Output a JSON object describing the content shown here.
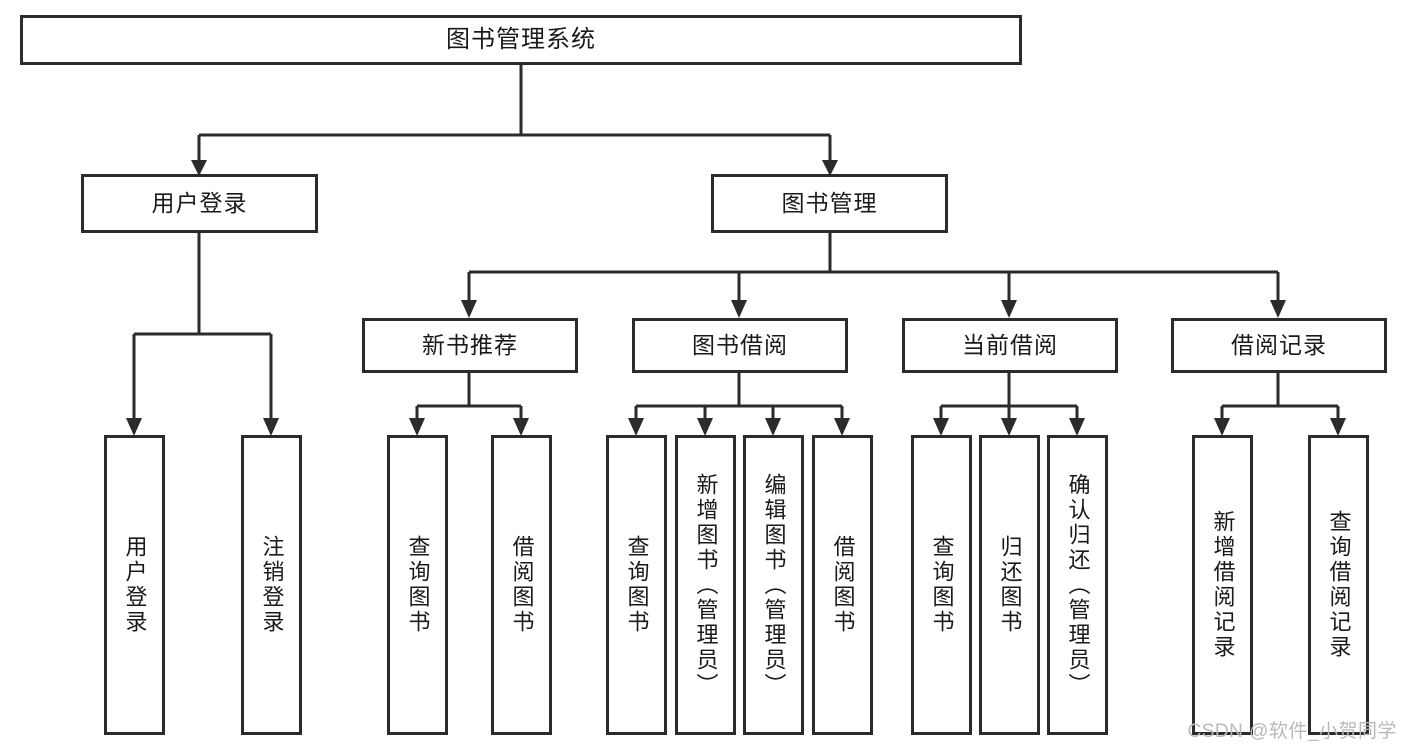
{
  "diagram": {
    "type": "tree-hierarchy-chart",
    "title": "图书管理系统",
    "root": {
      "id": "root",
      "label": "图书管理系统",
      "orientation": "horizontal"
    },
    "level2": [
      {
        "id": "user-login",
        "label": "用户登录",
        "orientation": "horizontal"
      },
      {
        "id": "book-management",
        "label": "图书管理",
        "orientation": "horizontal"
      }
    ],
    "level3": [
      {
        "id": "new-book-recommend",
        "label": "新书推荐",
        "orientation": "horizontal",
        "parent": "book-management"
      },
      {
        "id": "book-borrow",
        "label": "图书借阅",
        "orientation": "horizontal",
        "parent": "book-management"
      },
      {
        "id": "current-borrow",
        "label": "当前借阅",
        "orientation": "horizontal",
        "parent": "book-management"
      },
      {
        "id": "borrow-record",
        "label": "借阅记录",
        "orientation": "horizontal",
        "parent": "book-management"
      }
    ],
    "leaves": [
      {
        "id": "leaf-user-login",
        "label": "用户登录",
        "parent": "user-login"
      },
      {
        "id": "leaf-logout-login",
        "label": "注销登录",
        "parent": "user-login"
      },
      {
        "id": "leaf-query-book-1",
        "label": "查询图书",
        "parent": "new-book-recommend"
      },
      {
        "id": "leaf-borrow-book-1",
        "label": "借阅图书",
        "parent": "new-book-recommend"
      },
      {
        "id": "leaf-query-book-2",
        "label": "查询图书",
        "parent": "book-borrow"
      },
      {
        "id": "leaf-add-book",
        "label": "新增图书（管理员）",
        "parent": "book-borrow"
      },
      {
        "id": "leaf-edit-book",
        "label": "编辑图书（管理员）",
        "parent": "book-borrow"
      },
      {
        "id": "leaf-borrow-book-2",
        "label": "借阅图书",
        "parent": "book-borrow"
      },
      {
        "id": "leaf-query-book-3",
        "label": "查询图书",
        "parent": "current-borrow"
      },
      {
        "id": "leaf-return-book",
        "label": "归还图书",
        "parent": "current-borrow"
      },
      {
        "id": "leaf-confirm-return",
        "label": "确认归还（管理员）",
        "parent": "current-borrow"
      },
      {
        "id": "leaf-add-record",
        "label": "新增借阅记录",
        "parent": "borrow-record"
      },
      {
        "id": "leaf-query-record",
        "label": "查询借阅记录",
        "parent": "borrow-record"
      }
    ],
    "colors": {
      "line": "#2b2b2b",
      "box_fill": "#ffffff",
      "text": "#1a1a1a",
      "watermark": "#b9b9b9"
    }
  },
  "watermark": {
    "text": "CSDN @软件_小贺同学"
  }
}
